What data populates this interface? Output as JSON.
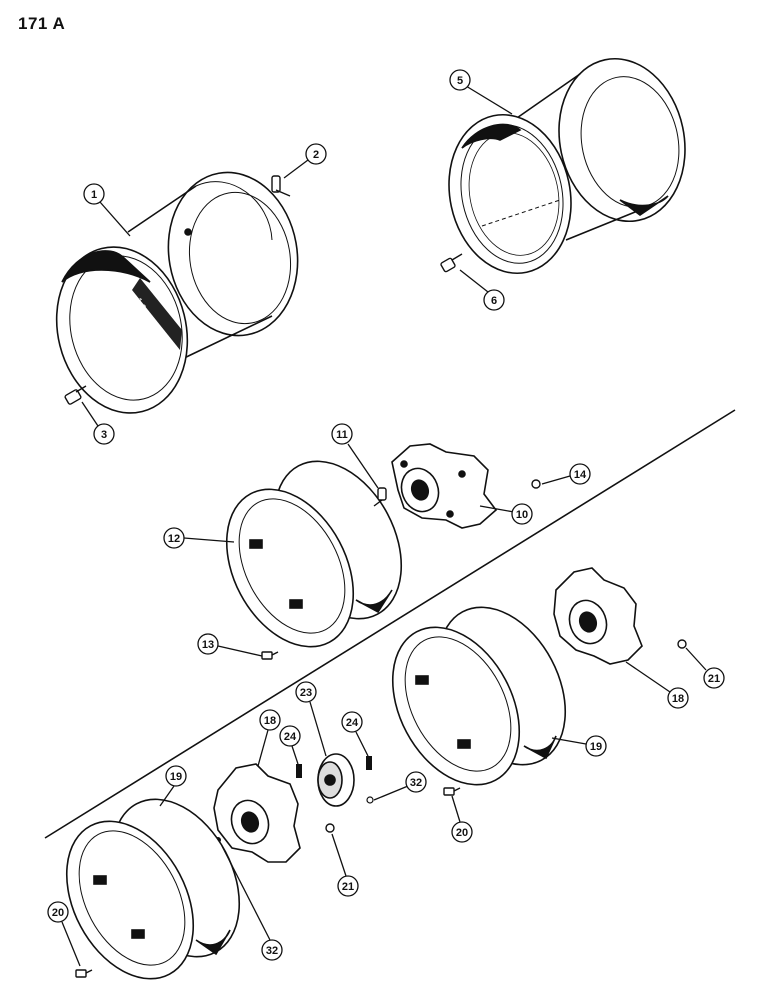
{
  "page": {
    "title": "171 A"
  },
  "callouts": {
    "c1": "1",
    "c2": "2",
    "c3": "3",
    "c5": "5",
    "c6": "6",
    "c10": "10",
    "c11": "11",
    "c12": "12",
    "c13": "13",
    "c14": "14",
    "c18a": "18",
    "c18b": "18",
    "c19a": "19",
    "c19b": "19",
    "c20a": "20",
    "c20b": "20",
    "c21a": "21",
    "c21b": "21",
    "c23": "23",
    "c24a": "24",
    "c24b": "24",
    "c32a": "32",
    "c32b": "32"
  }
}
